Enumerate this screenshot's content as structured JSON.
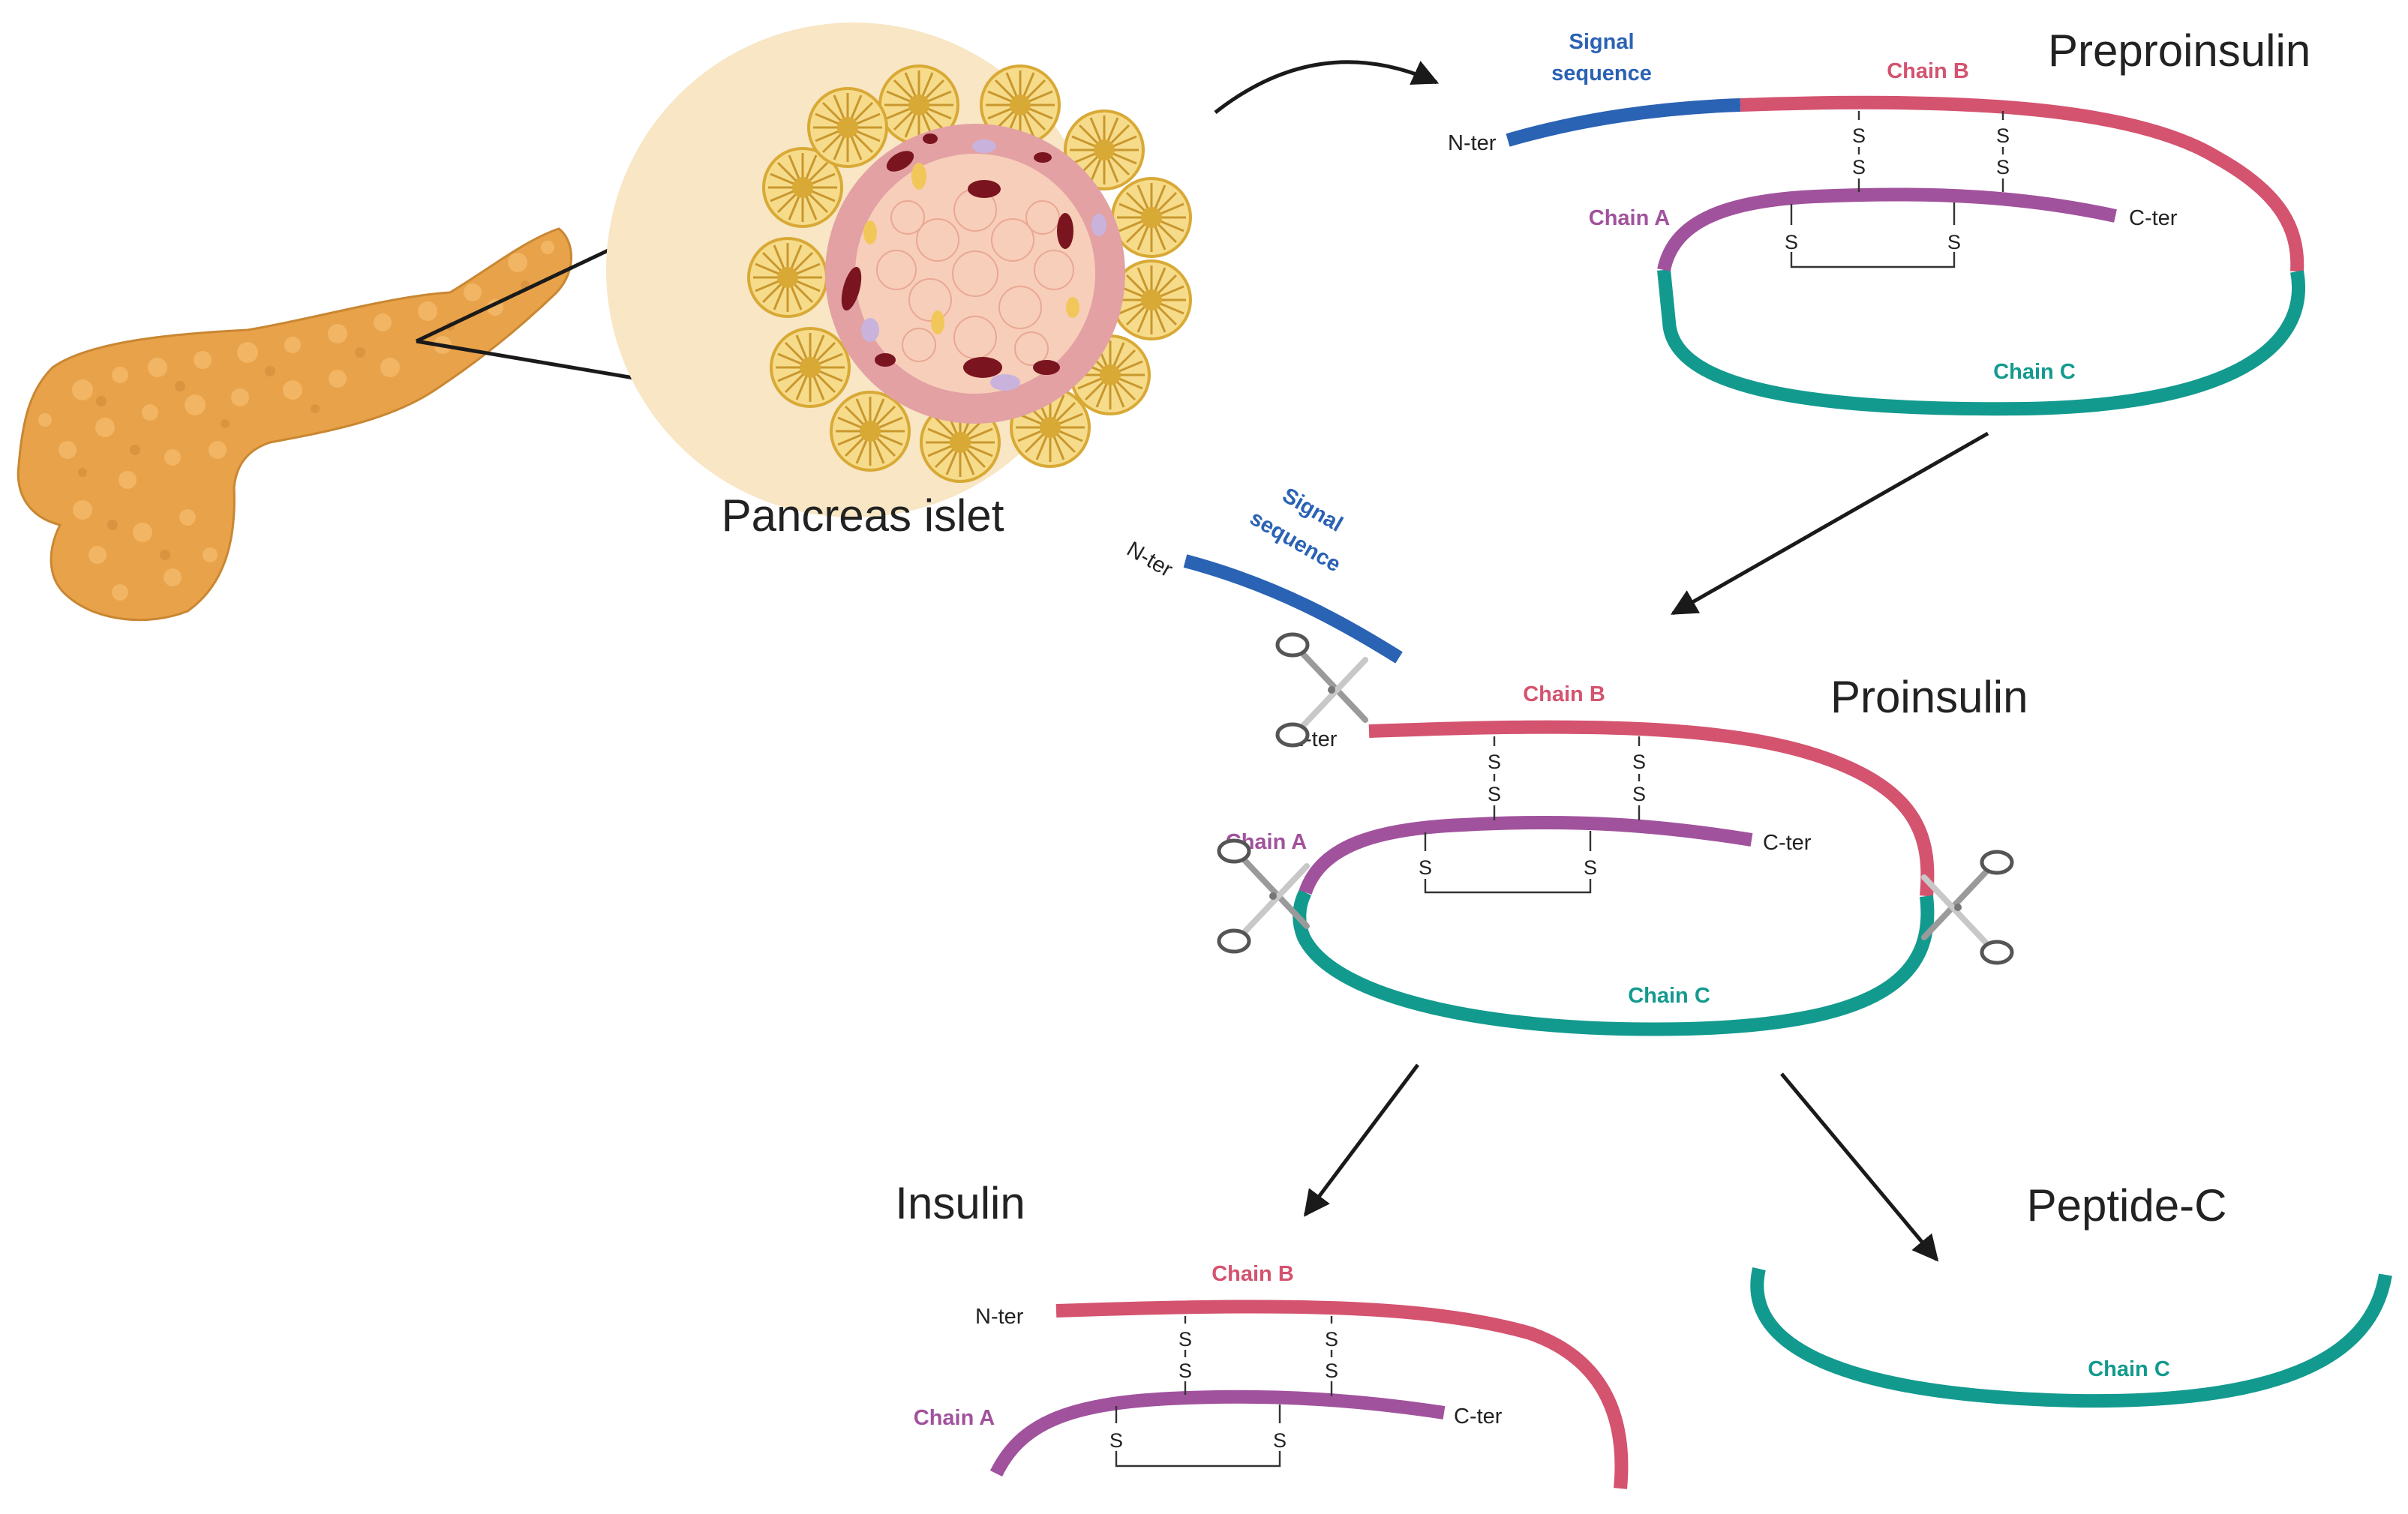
{
  "titles": {
    "pancreas_islet": "Pancreas islet",
    "preproinsulin": "Preproinsulin",
    "proinsulin": "Proinsulin",
    "insulin": "Insulin",
    "peptide_c": "Peptide-C"
  },
  "labels": {
    "signal_line1": "Signal",
    "signal_line2": "sequence",
    "chain_a": "Chain A",
    "chain_b": "Chain B",
    "chain_c": "Chain C",
    "n_ter": "N-ter",
    "c_ter": "C-ter",
    "sulfur": "S"
  },
  "colors": {
    "signal": "#2a62b4",
    "chain_a": "#a1529d",
    "chain_b": "#d4536f",
    "chain_c": "#139a8e",
    "pancreas": "#e8a24a",
    "islet_bg": "#f8e6c4"
  },
  "icons": {
    "cut": "scissors-icon",
    "organ": "pancreas-icon"
  }
}
